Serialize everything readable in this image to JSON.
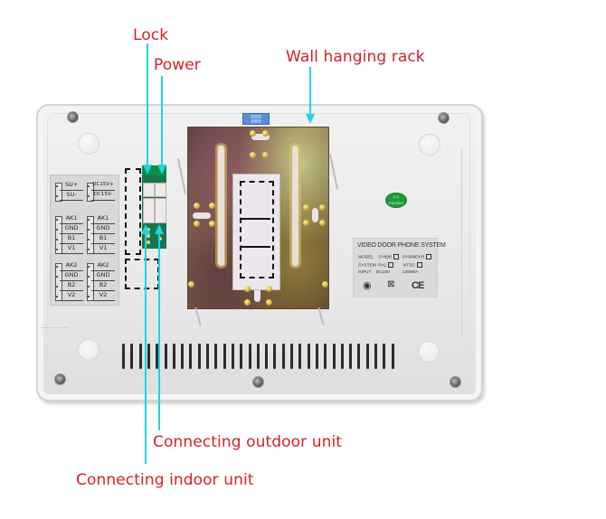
{
  "callouts": {
    "lock": "Lock",
    "power": "Power",
    "wall_rack": "Wall hanging rack",
    "outdoor": "Connecting outdoor unit",
    "indoor": "Connecting indoor unit"
  },
  "pinout": {
    "top_left": [
      "SU+",
      "SU-"
    ],
    "top_right": [
      "DC15V+",
      "DC15V-"
    ],
    "mid_left": [
      "AK1",
      "GND",
      "B1",
      "V1"
    ],
    "mid_right": [
      "AK1",
      "GND",
      "B1",
      "V1"
    ],
    "bot_left": [
      "AK2",
      "GND",
      "B2",
      "V2"
    ],
    "bot_right": [
      "AK2",
      "GND",
      "B2",
      "V2"
    ]
  },
  "label_plate": {
    "title": "VIDEO DOOR PHONE SYSTEM",
    "model_label": "MODEL",
    "model_opt1": "SY808",
    "model_opt2": "SY808DVR",
    "system_label": "SYSTEM",
    "system_opt1": "PAL",
    "system_opt2": "NTSC",
    "input_label": "INPUT",
    "input_voltage": "DC15V",
    "input_current": "1200MA",
    "ce_mark": "CE"
  },
  "qc_sticker": {
    "line1": "Q.C",
    "line2": "PASSED"
  },
  "colors": {
    "callout_text": "#d8202a",
    "callout_line": "#21d3e3",
    "pcb_green": "#18774a",
    "qc_green": "#1d9a3e"
  }
}
